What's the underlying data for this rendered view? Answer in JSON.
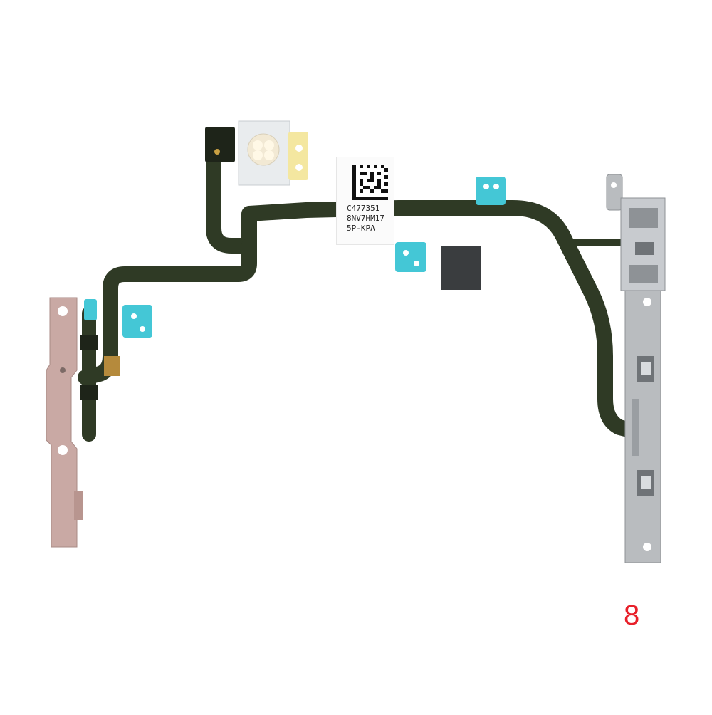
{
  "photo": {
    "background": "#ffffff",
    "colors": {
      "flex_cable": "#2f3a25",
      "flex_edge": "#46562d",
      "copper": "#b58a3c",
      "steel": "#b9bcbf",
      "steel_dark": "#8e9296",
      "rose_bracket": "#c9a9a4",
      "adhesive": "#44c7d6",
      "flash_led": "#f2e9d4"
    }
  },
  "sticker": {
    "line1": "C477351",
    "line2": "8NV7HM17",
    "line3": "5P-KPA"
  },
  "model_number": {
    "text": "8",
    "color": "#e8202a"
  }
}
